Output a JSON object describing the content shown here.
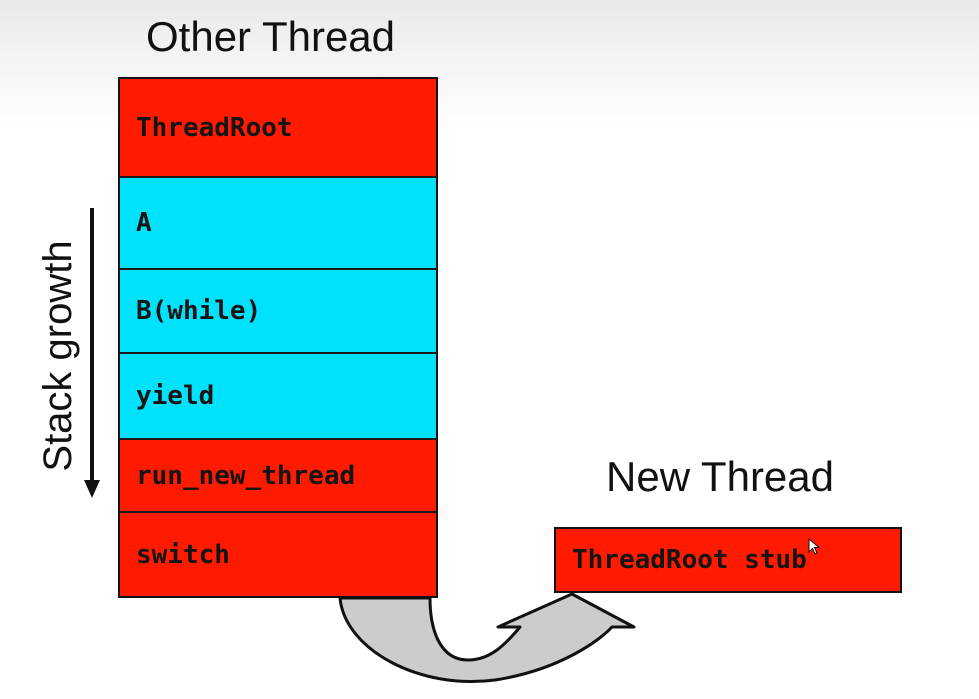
{
  "other_thread": {
    "title": "Other Thread",
    "frames": [
      {
        "label": "ThreadRoot",
        "color": "#ff1a00"
      },
      {
        "label": "A",
        "color": "#00e1fb"
      },
      {
        "label": "B(while)",
        "color": "#00e1fb"
      },
      {
        "label": "yield",
        "color": "#00e1fb"
      },
      {
        "label": "run_new_thread",
        "color": "#ff1a00"
      },
      {
        "label": "switch",
        "color": "#ff1a00"
      }
    ]
  },
  "stack_growth": {
    "label": "Stack growth"
  },
  "new_thread": {
    "title": "New Thread",
    "frame": {
      "label": "ThreadRoot stub",
      "color": "#ff1a00"
    }
  },
  "colors": {
    "red_frame": "#ff1a00",
    "cyan_frame": "#00e1fb",
    "arrow_fill": "#cccccc",
    "outline": "#111111"
  }
}
